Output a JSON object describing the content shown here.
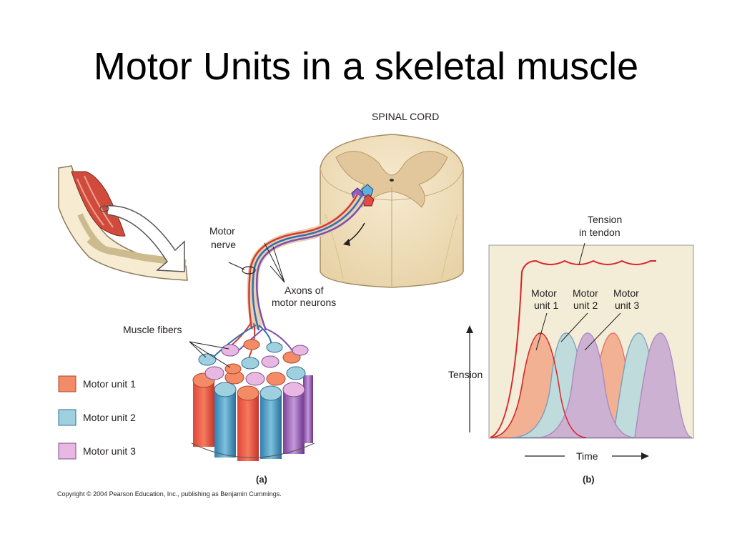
{
  "title": "Motor Units in a skeletal muscle",
  "panel_a": {
    "spinal_cord_label": "SPINAL CORD",
    "motor_nerve_label": [
      "Motor",
      "nerve"
    ],
    "axons_label": [
      "Axons of",
      "motor neurons"
    ],
    "muscle_fibers_label": "Muscle fibers",
    "caption": "(a)"
  },
  "legend": [
    {
      "label": "Motor unit 1",
      "color": "#f28b66"
    },
    {
      "label": "Motor unit 2",
      "color": "#9fd0df"
    },
    {
      "label": "Motor unit 3",
      "color": "#e8b8e2"
    }
  ],
  "panel_b": {
    "tension_tendon_label": [
      "Tension",
      "in tendon"
    ],
    "unit_labels": [
      [
        "Motor",
        "unit 1"
      ],
      [
        "Motor",
        "unit 2"
      ],
      [
        "Motor",
        "unit 3"
      ]
    ],
    "y_label": "Tension",
    "x_label": "Time",
    "caption": "(b)"
  },
  "copyright": "Copyright © 2004 Pearson Education, Inc., publishing as Benjamin Cummings.",
  "colors": {
    "unit1": "#f28b66",
    "unit2": "#9fd0df",
    "unit3": "#b48ad0",
    "graph_bg": "#f3ecd6",
    "tendon_line": "#d9242a"
  }
}
